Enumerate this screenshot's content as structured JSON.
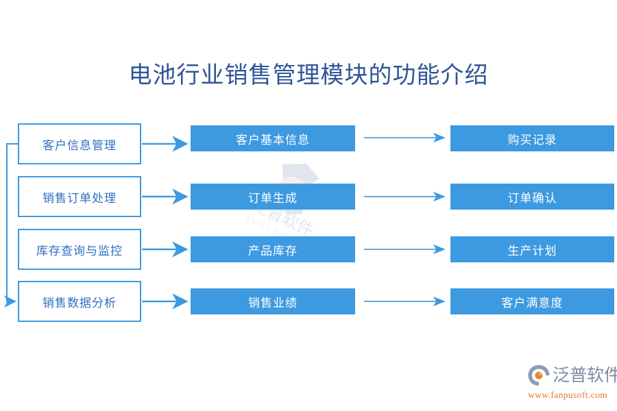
{
  "title": "电池行业销售管理模块的功能介绍",
  "colors": {
    "title": "#2f5596",
    "box_fill": "#3d9ae0",
    "box_border": "#3d9ae0",
    "outline_text": "#2f6fbf",
    "filled_text": "#ffffff",
    "connector": "#3d9ae0",
    "brand_text": "#7d8aa6",
    "brand_url": "#e07a33"
  },
  "flow": {
    "rows": [
      {
        "module": "客户信息管理",
        "stage1": "客户基本信息",
        "stage2": "购买记录"
      },
      {
        "module": "销售订单处理",
        "stage1": "订单生成",
        "stage2": "订单确认"
      },
      {
        "module": "库存查询与监控",
        "stage1": "产品库存",
        "stage2": "生产计划"
      },
      {
        "module": "销售数据分析",
        "stage1": "销售业绩",
        "stage2": "客户满意度"
      }
    ]
  },
  "brand": {
    "name": "泛普软件",
    "url": "www.fanpusoft.com",
    "mark": "fanpu-swirl-icon"
  },
  "watermark": {
    "mark": "fanpu-watermark-icon"
  }
}
